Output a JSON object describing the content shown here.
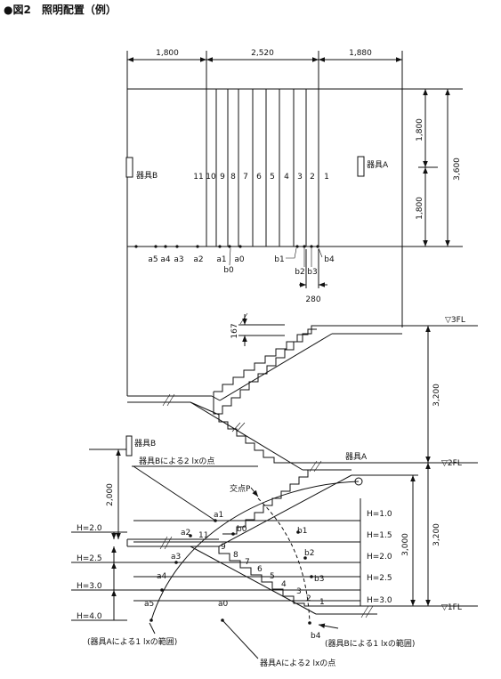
{
  "title": "●図2　照明配置（例）",
  "plan": {
    "dims_top": [
      "1,800",
      "2,520",
      "1,880"
    ],
    "dims_right": [
      "1,800",
      "1,800",
      "3,600"
    ],
    "steps": [
      "11",
      "10",
      "9",
      "8",
      "7",
      "6",
      "5",
      "4",
      "3",
      "2",
      "1"
    ],
    "fixture_a": "器具A",
    "fixture_b": "器具B",
    "points_a": [
      "a5",
      "a4",
      "a3",
      "a2",
      "a1",
      "a0"
    ],
    "points_b": [
      "b0",
      "b1",
      "b2",
      "b3",
      "b4"
    ],
    "dim_bottom": "280"
  },
  "section": {
    "tread_dim": "167",
    "floors": [
      "▽3FL",
      "▽2FL",
      "▽1FL"
    ],
    "floor_heights": [
      "3,200",
      "3,200",
      "3,000",
      "2,000"
    ],
    "fixture_b": "器具B",
    "fixture_a": "器具A",
    "note_b2lx": "器具Bによる2 lxの点",
    "note_a2lx": "器具Aによる2 lxの点",
    "note_a1lx": "(器具Aによる1 lxの範囲)",
    "note_b1lx": "(器具Bによる1 lxの範囲)",
    "intersection": "交点P",
    "h_left": [
      "H=2.0",
      "H=2.5",
      "H=3.0",
      "H=4.0"
    ],
    "h_right": [
      "H=1.0",
      "H=1.5",
      "H=2.0",
      "H=2.5",
      "H=3.0"
    ],
    "steps": [
      "11",
      "9",
      "8",
      "7",
      "6",
      "5",
      "4",
      "3",
      "2",
      "1"
    ],
    "points": [
      "a1",
      "a2",
      "a3",
      "a4",
      "a5",
      "a0",
      "b0",
      "b1",
      "b2",
      "b3",
      "b4"
    ]
  }
}
